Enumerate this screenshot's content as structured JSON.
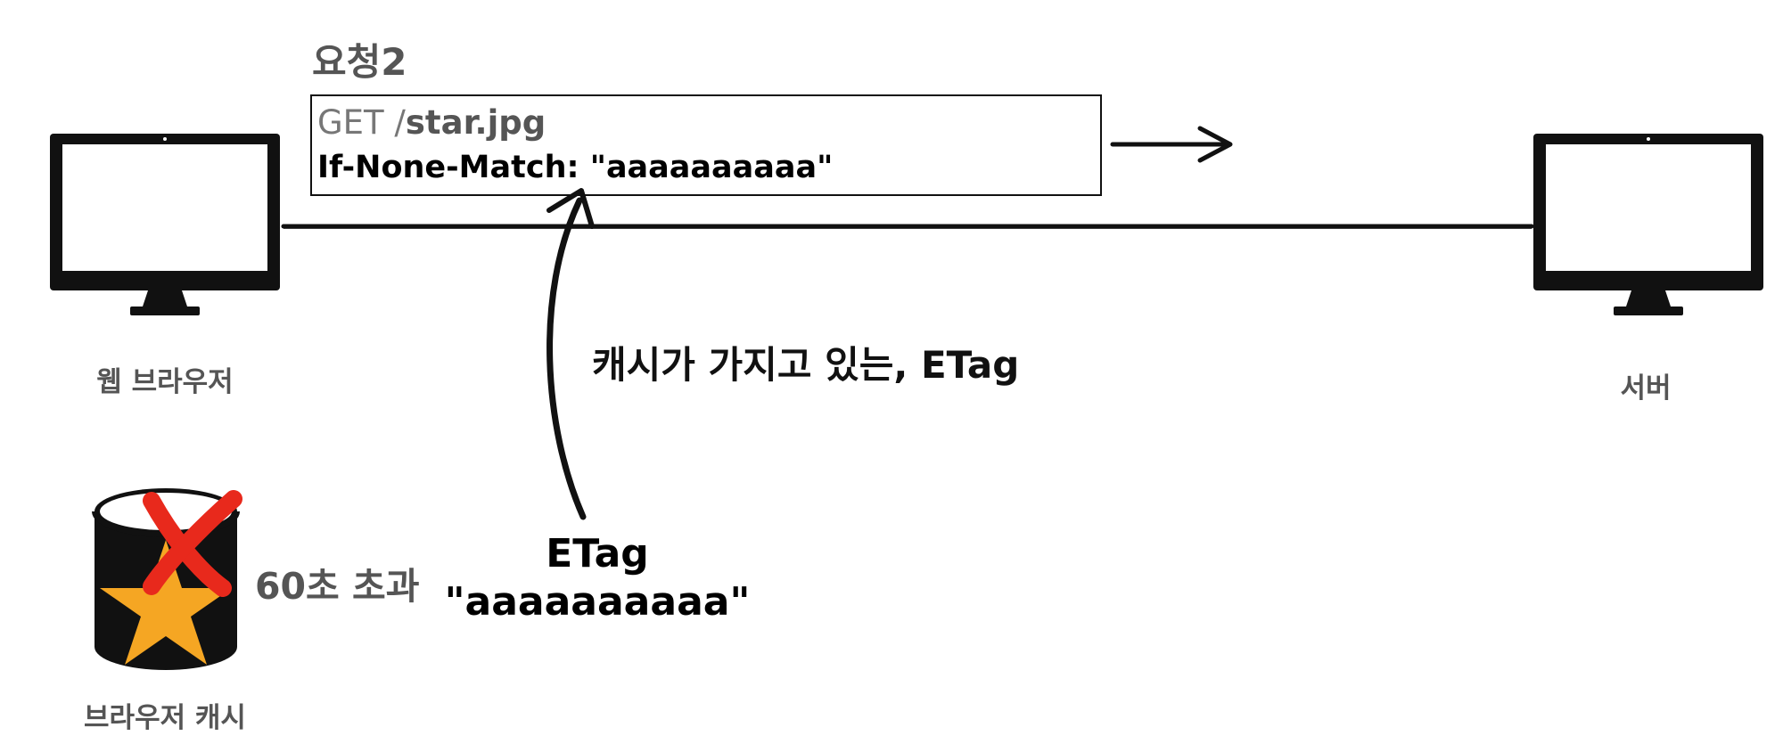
{
  "request": {
    "title": "요청2",
    "line1_method": "GET /",
    "line1_path": "star.jpg",
    "line2": "If-None-Match: \"aaaaaaaaaa\""
  },
  "client": {
    "label": "웹 브라우저",
    "icon": "monitor-icon"
  },
  "server": {
    "label": "서버",
    "icon": "monitor-icon"
  },
  "annotation": {
    "text": "캐시가 가지고 있는, ETag"
  },
  "etag": {
    "title": "ETag",
    "value": "\"aaaaaaaaaa\""
  },
  "cache": {
    "label": "브라우저 캐시",
    "status": "60초 초과",
    "icon": "database-star-icon",
    "overlay_icon": "red-x-icon",
    "star_color": "#f5a623",
    "x_color": "#e8291c"
  }
}
